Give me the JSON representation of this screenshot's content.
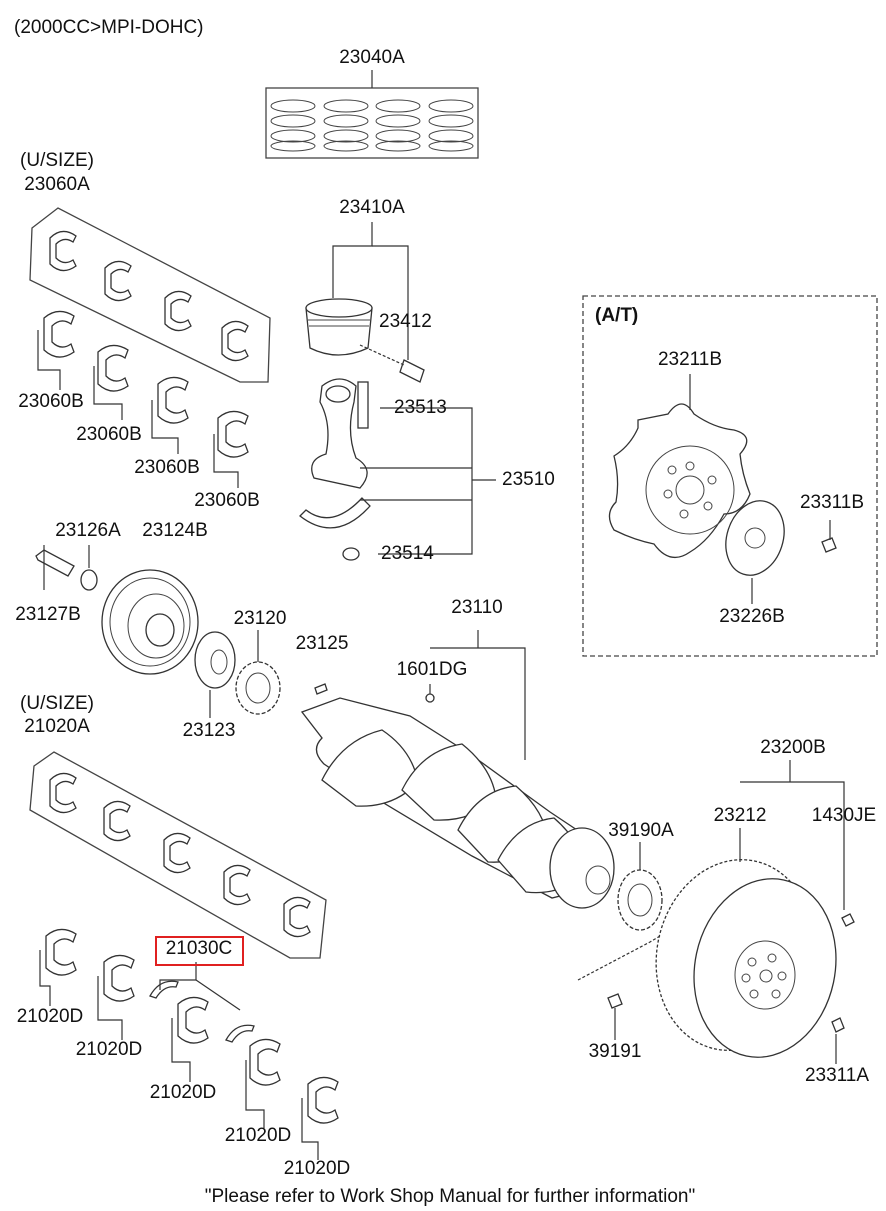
{
  "header": {
    "engine": "(2000CC>MPI-DOHC)"
  },
  "footer": {
    "note": "\"Please refer to Work Shop Manual for further information\""
  },
  "at_box": {
    "title": "(A/T)"
  },
  "labels": {
    "piston_ring_set": "23040A",
    "usize_upper": "(U/SIZE)",
    "upper_bearing_set": "23060A",
    "piston_assy": "23410A",
    "piston_pin": "23412",
    "conrod_bolt": "23513",
    "conrod_assy": "23510",
    "conrod_nut": "23514",
    "upper_bearing_1": "23060B",
    "upper_bearing_2": "23060B",
    "upper_bearing_3": "23060B",
    "upper_bearing_4": "23060B",
    "drive_plate": "23211B",
    "drive_plate_bolt": "23311B",
    "plate_adapter": "23226B",
    "pulley_washer": "23126A",
    "damper_pulley": "23124B",
    "pulley_bolt": "23127B",
    "sprocket": "23120",
    "key": "23125",
    "flange": "23123",
    "crankshaft": "23110",
    "pin": "1601DG",
    "usize_lower": "(U/SIZE)",
    "lower_bearing_set": "21020A",
    "flywheel_assy": "23200B",
    "ring_gear": "23212",
    "dowel": "1430JE",
    "target_wheel": "39190A",
    "thrust_bearing": "21030C",
    "lower_bearing_1": "21020D",
    "lower_bearing_2": "21020D",
    "lower_bearing_3": "21020D",
    "lower_bearing_4": "21020D",
    "lower_bearing_5": "21020D",
    "sensor_bolt": "39191",
    "flywheel_bolt": "23311A"
  },
  "colors": {
    "highlight": "#e02020",
    "line": "#333333"
  }
}
